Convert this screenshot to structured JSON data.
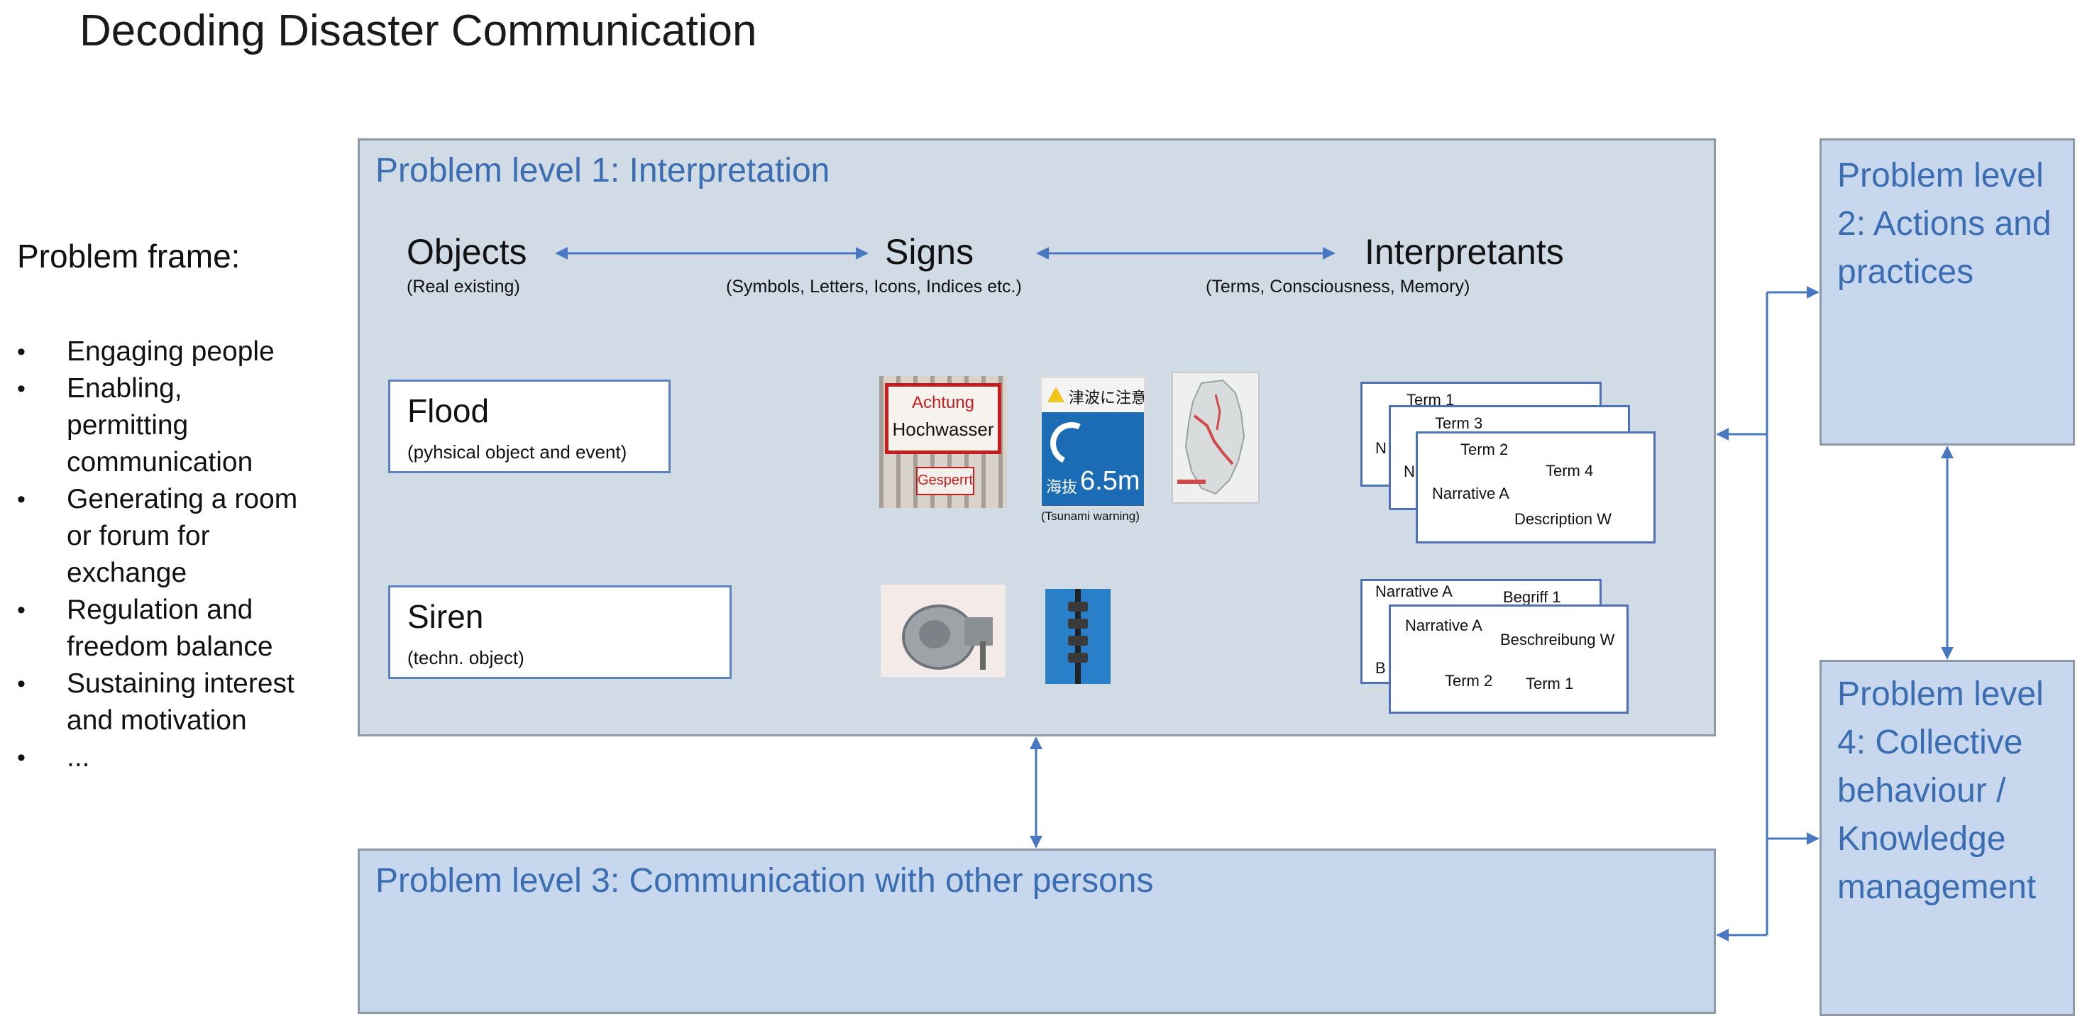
{
  "title": "Decoding Disaster Communication",
  "problem_frame": {
    "heading": "Problem frame:",
    "items": [
      "Engaging people",
      "Enabling, permitting communication",
      "Generating a room or forum for exchange",
      "Regulation and freedom balance",
      "Sustaining interest and motivation",
      "..."
    ]
  },
  "level1": {
    "label": "Problem level 1: Interpretation",
    "objects": {
      "head": "Objects",
      "sub": "(Real existing)"
    },
    "signs": {
      "head": "Signs",
      "sub": "(Symbols, Letters, Icons, Indices etc.)"
    },
    "interpretants": {
      "head": "Interpretants",
      "sub": "(Terms, Consciousness, Memory)"
    },
    "flood": {
      "name": "Flood",
      "sub": "(pyhsical object and event)"
    },
    "siren": {
      "name": "Siren",
      "sub": "(techn. object)"
    },
    "sign_achtung": "Achtung",
    "sign_hochwasser": "Hochwasser",
    "sign_gesperrt": "Gesperrt",
    "tsunami_jp_top": "津波に注意",
    "tsunami_jp_bottom": "海抜",
    "tsunami_height": "6.5m",
    "tsunami_caption": "(Tsunami warning)",
    "flood_cards": {
      "back": [
        "Term 1",
        "N"
      ],
      "middle": [
        "Term 3",
        "N"
      ],
      "front": [
        "Term 2",
        "Term 4",
        "Narrative A",
        "Description  W"
      ]
    },
    "siren_cards": {
      "back": [
        "Narrative A",
        "Begriff 1",
        "B"
      ],
      "front": [
        "Narrative A",
        "Beschreibung W",
        "Term 2",
        "Term 1"
      ]
    }
  },
  "level2": {
    "label": "Problem level 2: Actions and practices"
  },
  "level3": {
    "label": "Problem level 3: Communication with other persons"
  },
  "level4": {
    "label": "Problem level 4: Collective behaviour / Knowledge management"
  },
  "colors": {
    "panel_grey": "#d1dbe6",
    "panel_blue": "#c6d7ee",
    "label_blue": "#3b6db3",
    "arrow": "#4a78c0"
  }
}
